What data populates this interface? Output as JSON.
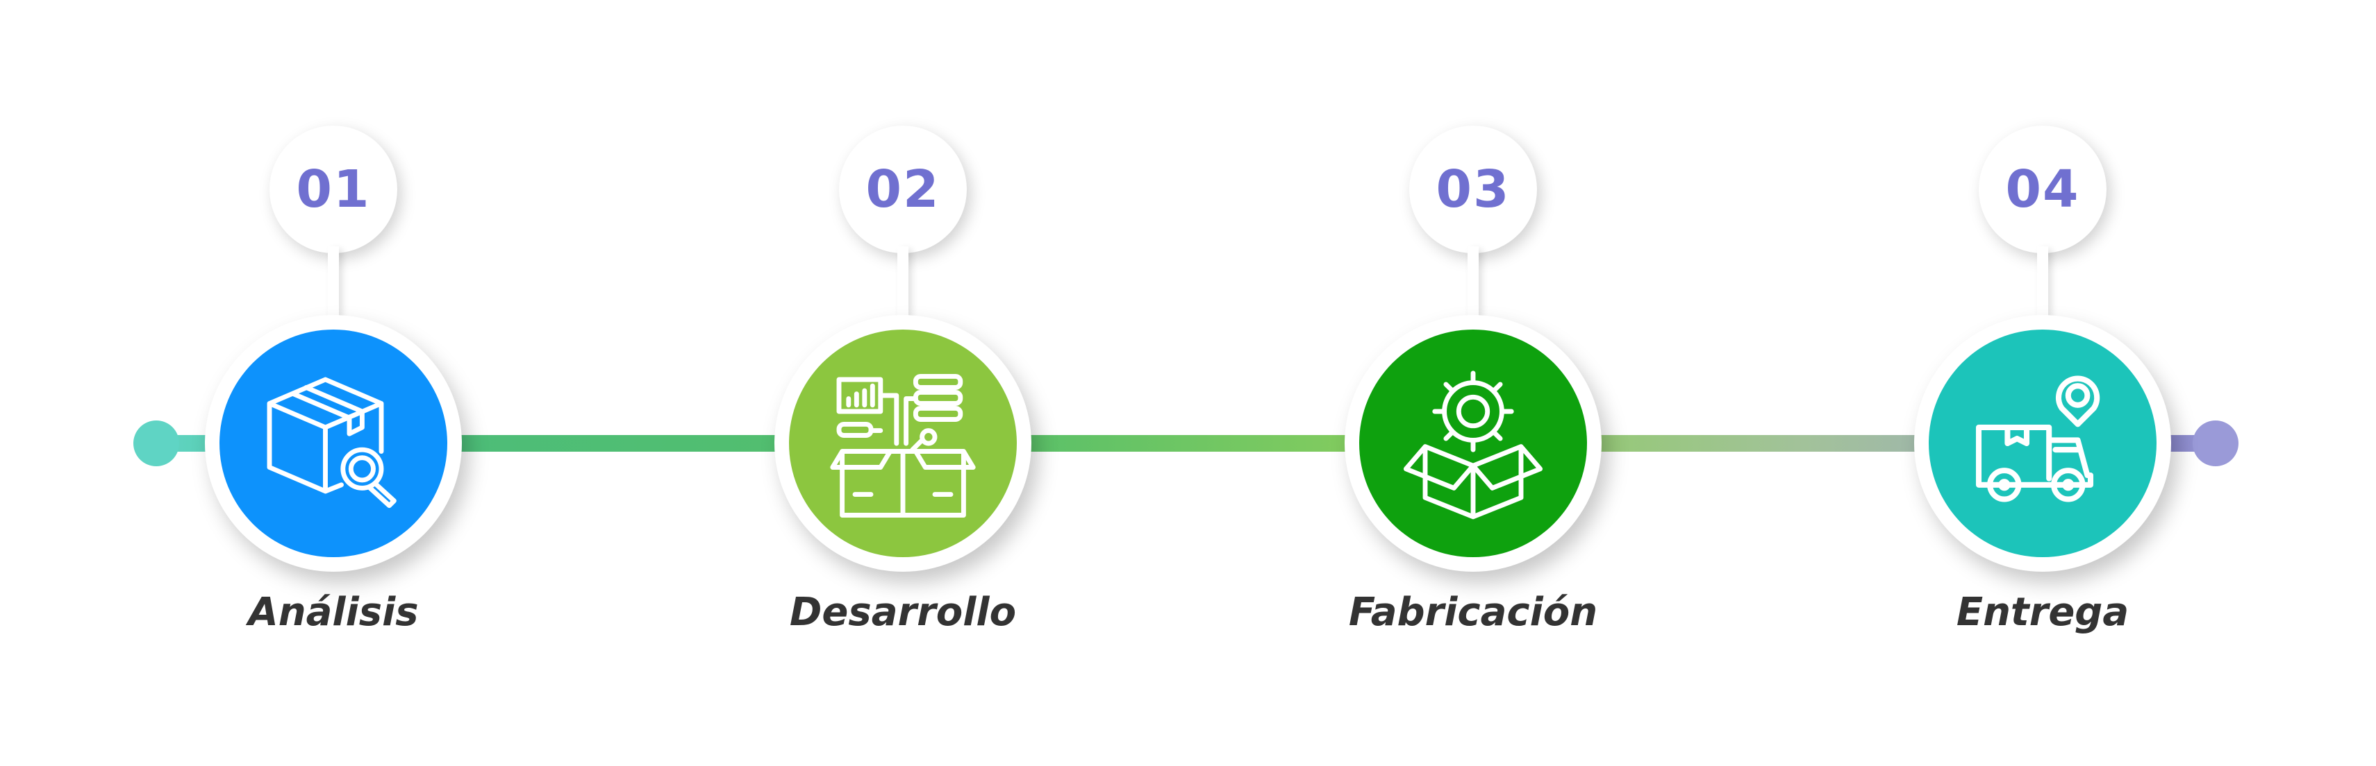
{
  "steps": [
    {
      "number": "01",
      "label": "Análisis",
      "color": "#0d92fc",
      "icon": "box-search-icon"
    },
    {
      "number": "02",
      "label": "Desarrollo",
      "color": "#8cc63f",
      "icon": "box-development-icon"
    },
    {
      "number": "03",
      "label": "Fabricación",
      "color": "#0ea10e",
      "icon": "box-gear-icon"
    },
    {
      "number": "04",
      "label": "Entrega",
      "color": "#1cc4ba",
      "icon": "delivery-truck-icon"
    }
  ]
}
